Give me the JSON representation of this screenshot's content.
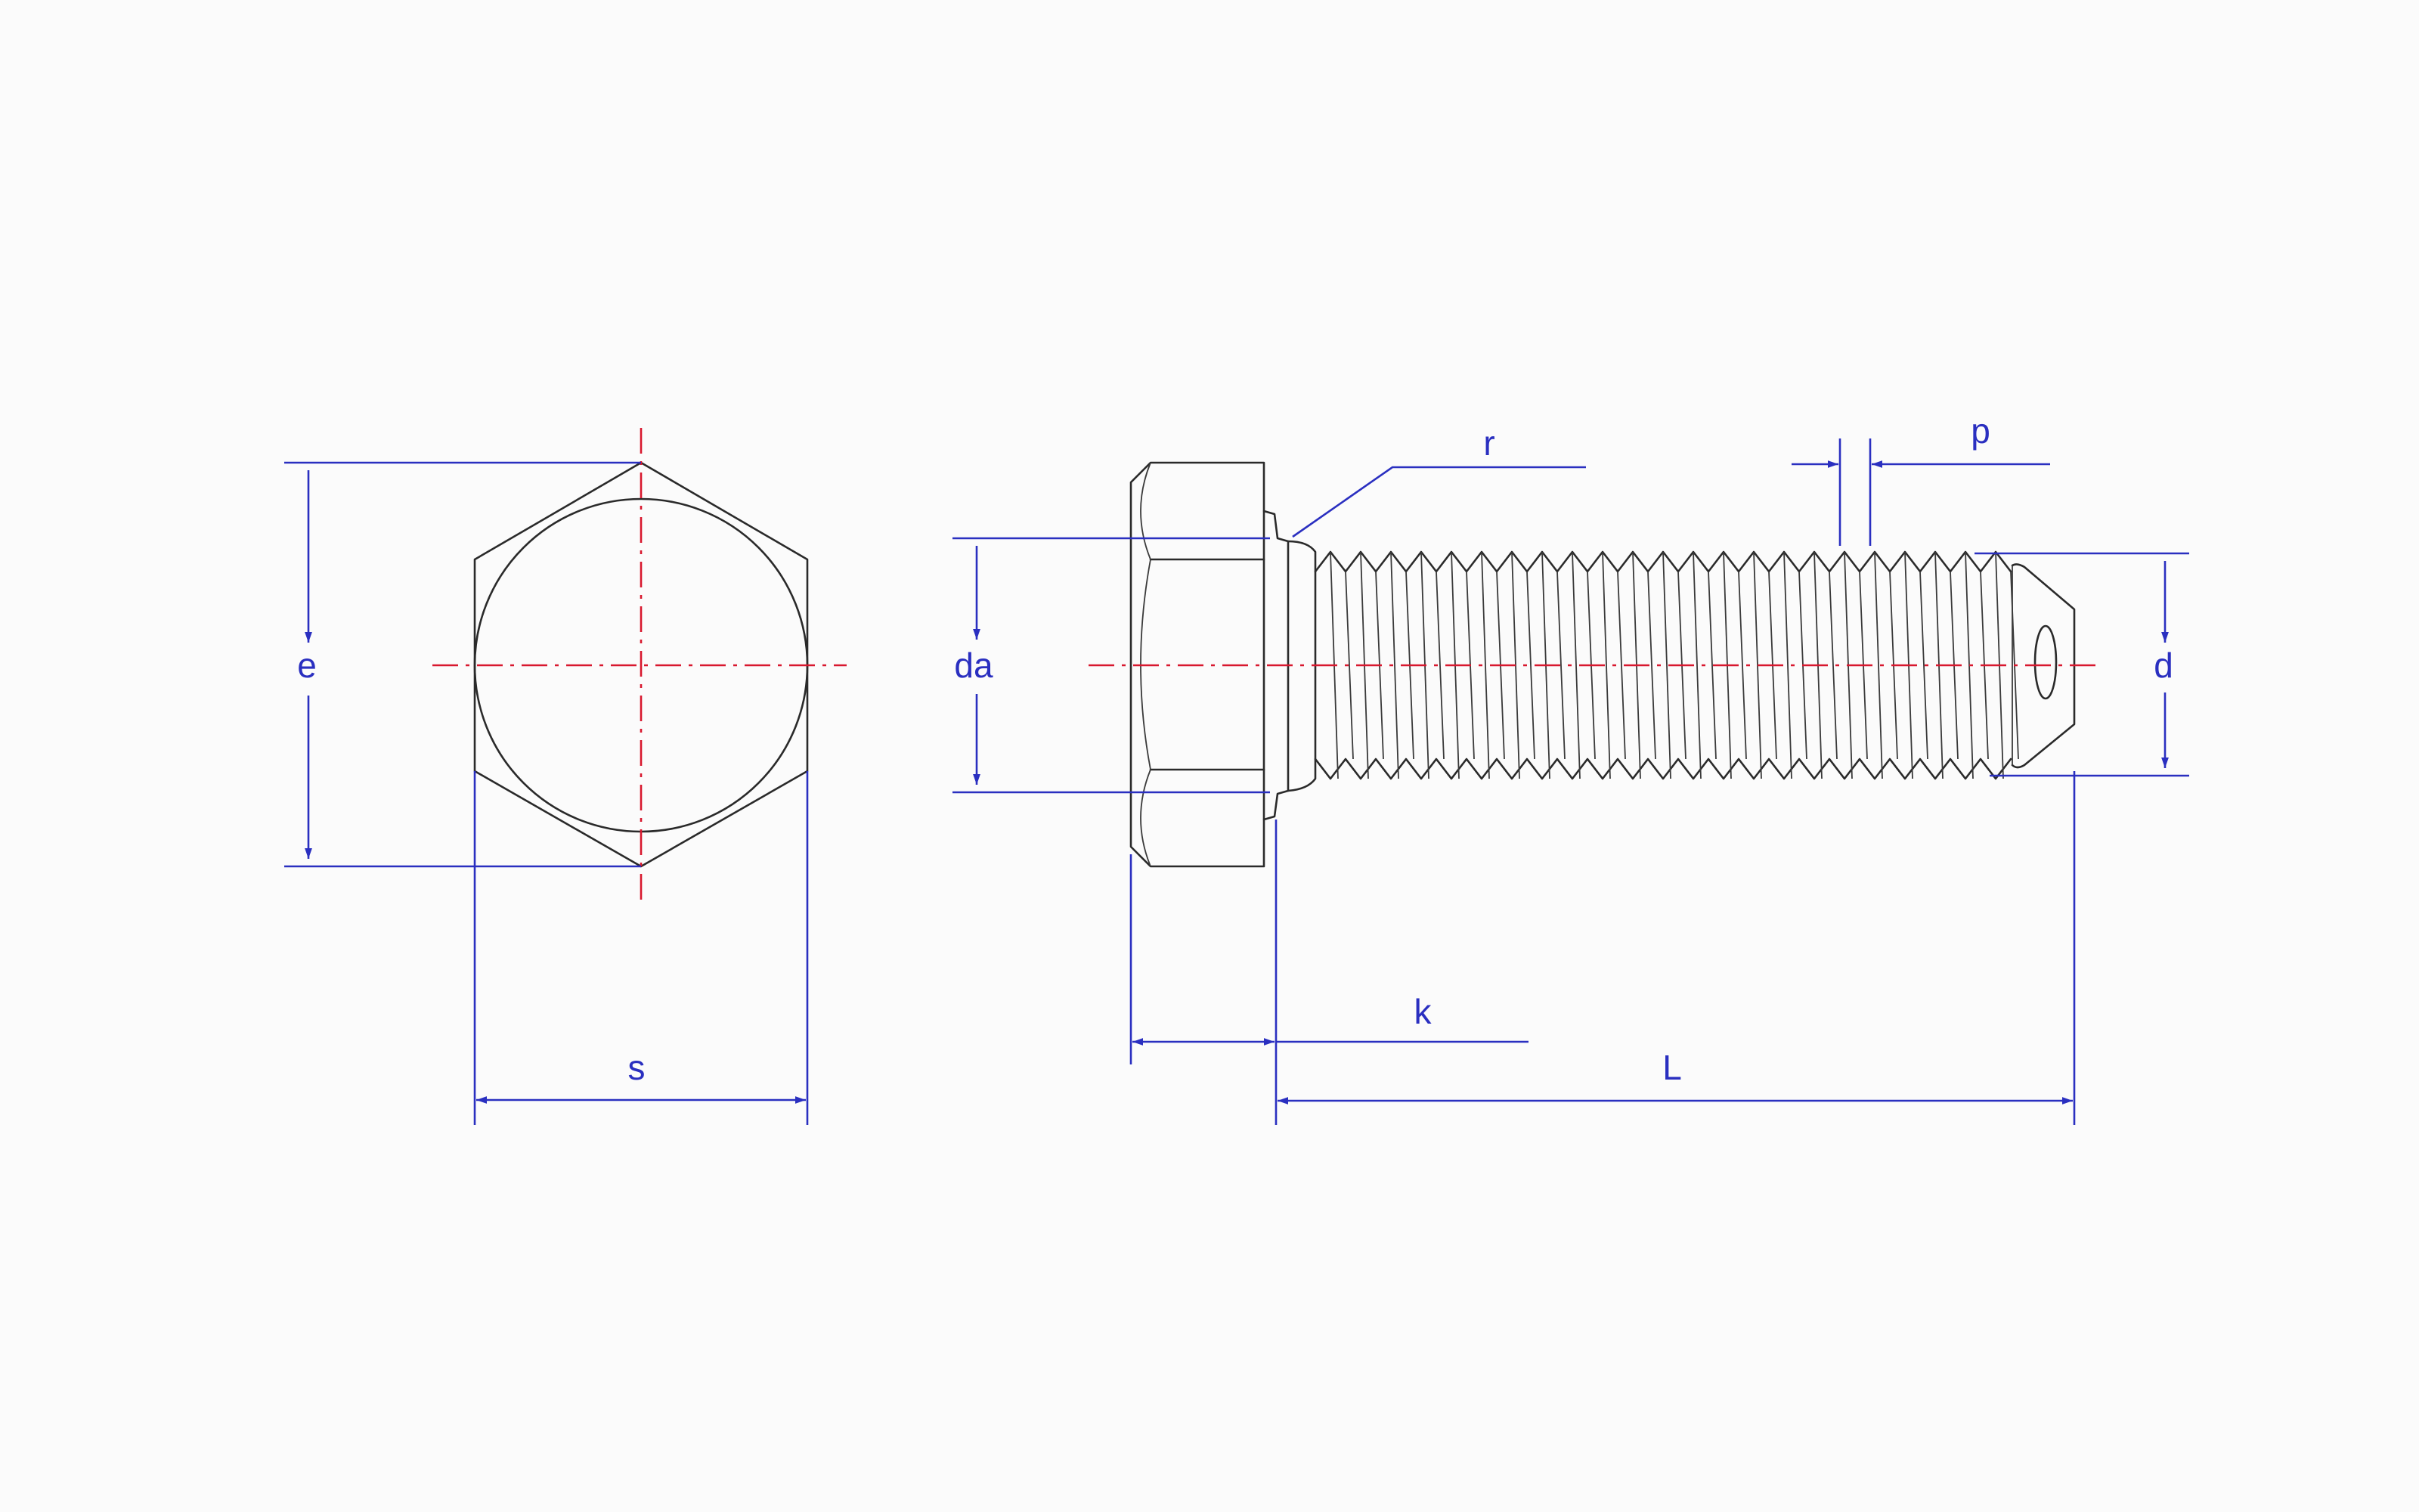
{
  "colors": {
    "background": "#fbfbfb",
    "outline": "#2a2a2a",
    "dimension": "#2a2fc0",
    "centerline": "#d8182e"
  },
  "labels": {
    "e": "e",
    "s": "s",
    "da": "da",
    "r": "r",
    "p": "p",
    "d": "d",
    "k": "k",
    "L": "L"
  }
}
